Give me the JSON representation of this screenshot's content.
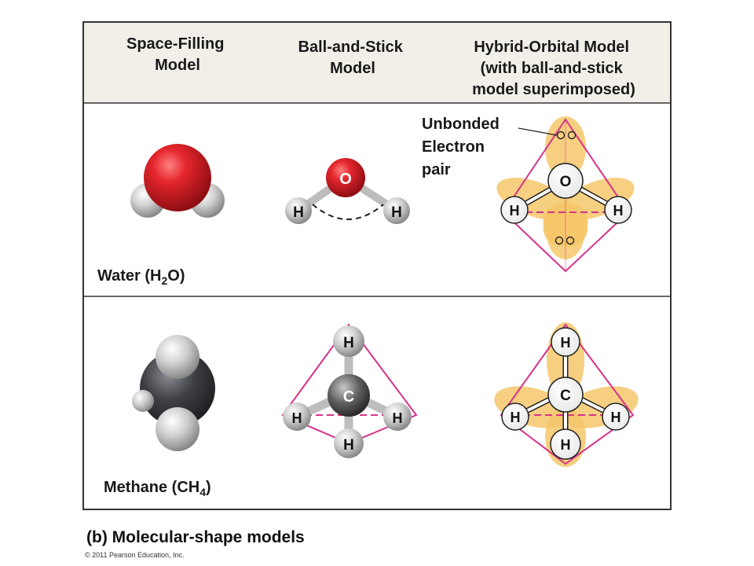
{
  "header": {
    "col1": [
      "Space-Filling",
      "Model"
    ],
    "col2": [
      "Ball-and-Stick",
      "Model"
    ],
    "col3": [
      "Hybrid-Orbital Model",
      "(with ball-and-stick",
      "model superimposed)"
    ]
  },
  "water": {
    "name_prefix": "Water (H",
    "name_sub": "2",
    "name_suffix": "O)",
    "atoms": {
      "oxygen": "O",
      "hydrogen": "H"
    },
    "unbonded_label": [
      "Unbonded",
      "Electron",
      "pair"
    ]
  },
  "methane": {
    "name_prefix": "Methane (CH",
    "name_sub": "4",
    "name_suffix": ")",
    "atoms": {
      "carbon": "C",
      "hydrogen": "H"
    }
  },
  "caption": "(b) Molecular-shape models",
  "copyright": "© 2011 Pearson Education, Inc.",
  "colors": {
    "header_bg": "#f2efe9",
    "frame": "#333333",
    "oxygen_red": "#e0262d",
    "hydrogen_gray": "#d8d8d8",
    "carbon_dark": "#3c3e42",
    "tetra_magenta": "#d6338a",
    "orbital": "#f6c76a"
  }
}
